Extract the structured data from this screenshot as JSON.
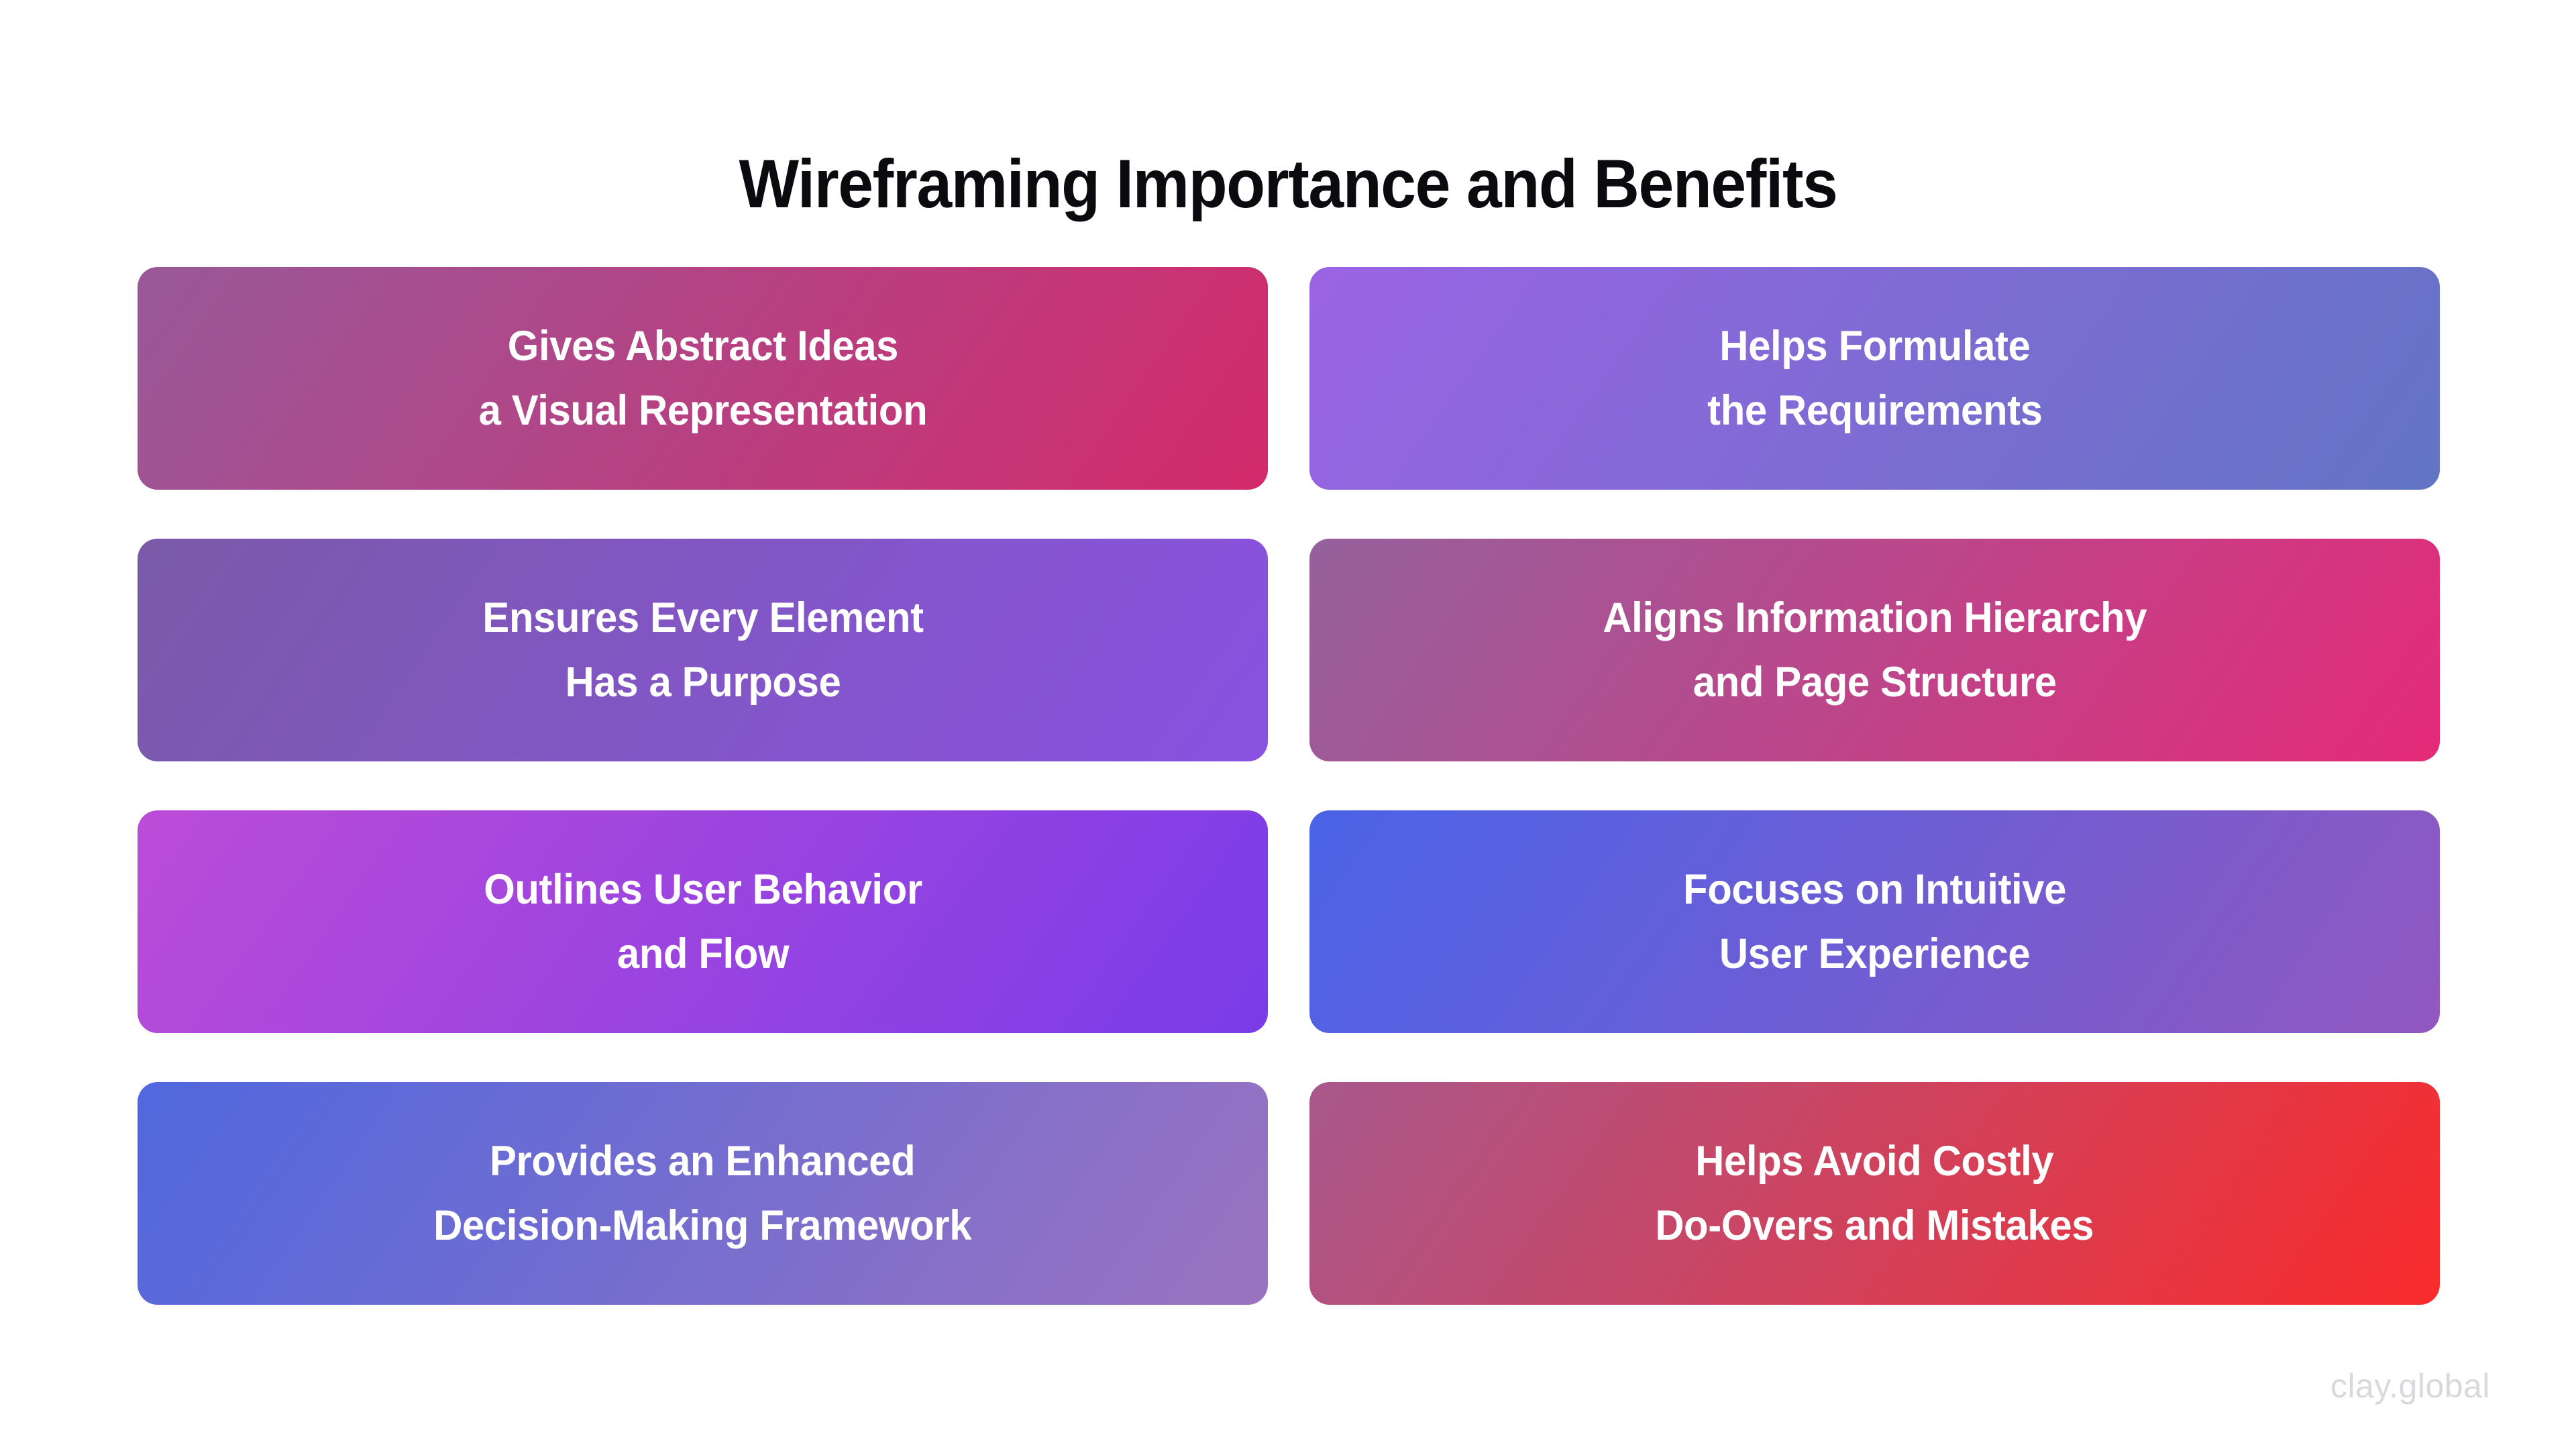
{
  "page": {
    "title": "Wireframing Importance and Benefits",
    "watermark": "clay.global",
    "background_color": "#ffffff",
    "title_color": "#0a0a0f",
    "watermark_color": "#d9d9dd",
    "card_text_color": "#ffffff"
  },
  "cards": [
    {
      "line1": "Gives Abstract Ideas",
      "line2": "a Visual Representation",
      "text": "Gives Abstract Ideas\na Visual Representation",
      "gradient_from": "#99599a",
      "gradient_to": "#d32a6b",
      "position": "row-1-left"
    },
    {
      "line1": "Helps Formulate",
      "line2": "the Requirements",
      "text": "Helps Formulate\nthe Requirements",
      "gradient_from": "#9b63e4",
      "gradient_to": "#6274c4",
      "position": "row-1-right"
    },
    {
      "line1": "Ensures Every Element",
      "line2": "Has a Purpose",
      "text": "Ensures Every Element\nHas a Purpose",
      "gradient_from": "#7a5aa8",
      "gradient_to": "#8a52e2",
      "position": "row-2-left"
    },
    {
      "line1": "Aligns Information Hierarchy",
      "line2": "and Page Structure",
      "text": "Aligns Information Hierarchy\nand Page Structure",
      "gradient_from": "#95619c",
      "gradient_to": "#e42a78",
      "position": "row-2-right"
    },
    {
      "line1": "Outlines User Behavior",
      "line2": "and Flow",
      "text": "Outlines User Behavior\nand Flow",
      "gradient_from": "#bb4cd8",
      "gradient_to": "#7a3ce8",
      "position": "row-3-left"
    },
    {
      "line1": "Focuses on Intuitive",
      "line2": "User Experience",
      "text": "Focuses on Intuitive\nUser Experience",
      "gradient_from": "#4b63e8",
      "gradient_to": "#9158c0",
      "position": "row-3-right"
    },
    {
      "line1": "Provides an Enhanced",
      "line2": "Decision-Making Framework",
      "text": "Provides an Enhanced\nDecision-Making Framework",
      "gradient_from": "#5068de",
      "gradient_to": "#9b73c0",
      "position": "row-4-left"
    },
    {
      "line1": "Helps Avoid Costly",
      "line2": "Do-Overs and Mistakes",
      "text": "Helps Avoid Costly\nDo-Overs and Mistakes",
      "gradient_from": "#a8588c",
      "gradient_to": "#f92b2b",
      "position": "row-4-right"
    }
  ]
}
